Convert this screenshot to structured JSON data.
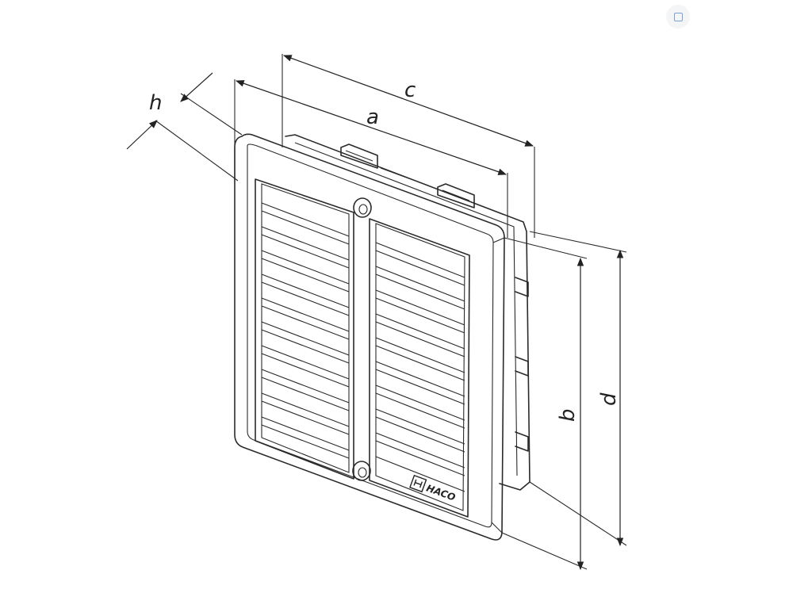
{
  "dimensions": {
    "a": "a",
    "b": "b",
    "c": "c",
    "d": "d",
    "h": "h"
  },
  "brand": {
    "logo_text": "HACO"
  },
  "icons": {
    "corner": "expand-icon"
  },
  "colors": {
    "line": "#2a2a2a",
    "background": "#ffffff",
    "icon_accent": "#7da0d8"
  }
}
